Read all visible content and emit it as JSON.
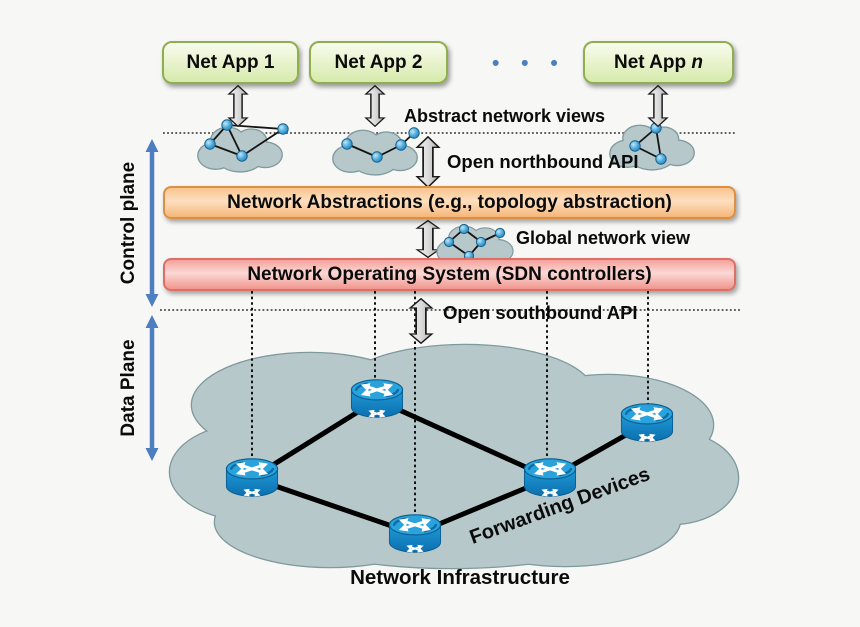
{
  "app_boxes": [
    {
      "label": "Net App 1"
    },
    {
      "label": "Net App 2"
    }
  ],
  "app_box_n": {
    "prefix": "Net App ",
    "suffix": "n"
  },
  "ellipsis": "• • •",
  "labels": {
    "abstract_views": "Abstract network views",
    "northbound_api": "Open northbound API",
    "global_view": "Global network view",
    "southbound_api": "Open southbound API",
    "control_plane": "Control plane",
    "data_plane": "Data Plane",
    "forwarding_devices": "Forwarding Devices",
    "network_infrastructure": "Network Infrastructure"
  },
  "layers": {
    "abstractions": "Network Abstractions (e.g., topology abstraction)",
    "nos": "Network Operating System (SDN controllers)"
  },
  "topology": {
    "forwarding_device_count": 5,
    "links": [
      [
        0,
        1
      ],
      [
        0,
        3
      ],
      [
        1,
        2
      ],
      [
        2,
        3
      ],
      [
        3,
        4
      ]
    ]
  },
  "icons": {
    "double_arrow": "⇕",
    "cloud": "☁",
    "router": "⤧",
    "ellipsis_dots": "•••"
  },
  "colors": {
    "app_box_border": "#8fae4e",
    "app_box_fill": "#e3f0c2",
    "abstraction_border": "#dd9043",
    "abstraction_fill": "#f9c48d",
    "nos_border": "#dd6f66",
    "nos_fill": "#f5a29b",
    "plane_arrow_blue": "#4d7ebf",
    "cloud_fill": "#b7c8cb",
    "cloud_border": "#7f999d",
    "router_blue": "#1789ca",
    "link_black": "#000000"
  }
}
